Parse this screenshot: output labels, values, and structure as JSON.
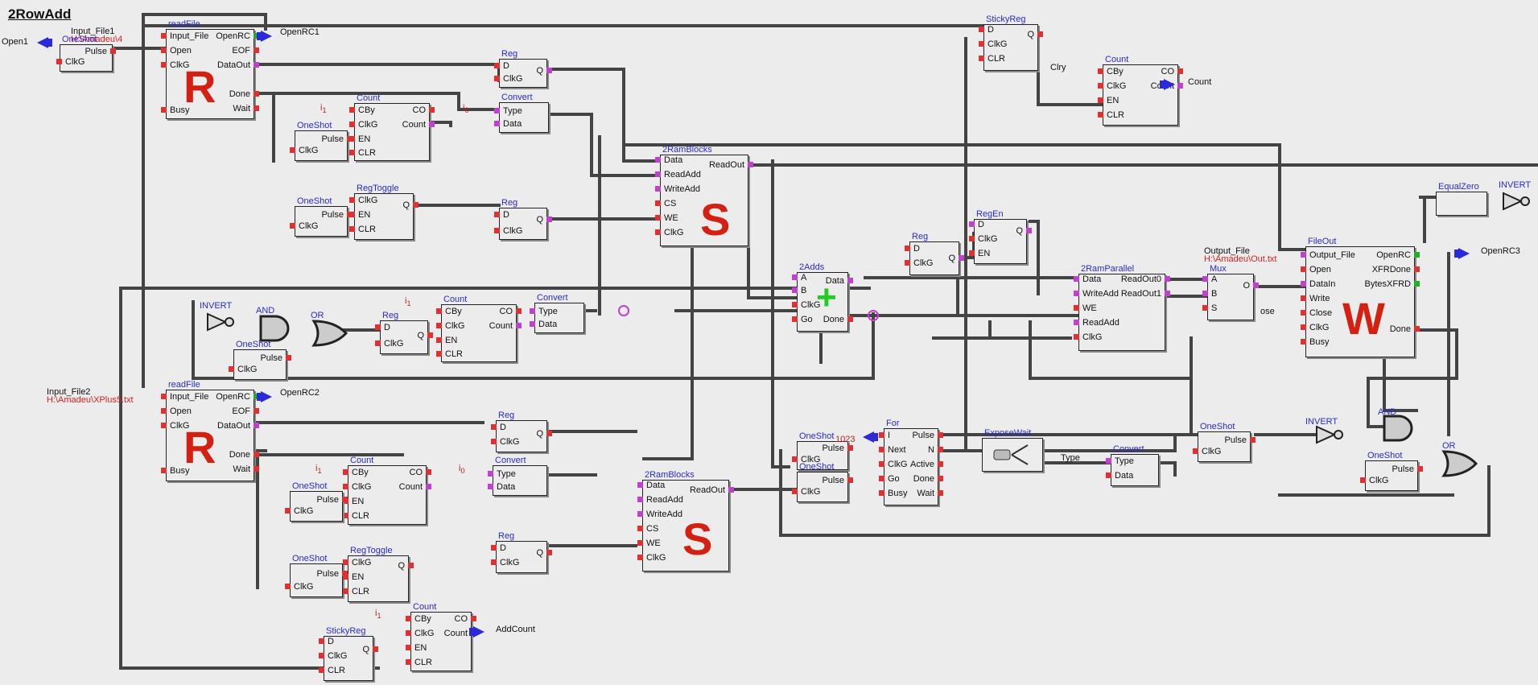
{
  "diagram_title": "2RowAdd",
  "io": {
    "open1": "Open1",
    "input_file1": "Input_File1",
    "input_file1_path": "H:\\Amadeu\\4",
    "openrc1": "OpenRC1",
    "input_file2": "Input_File2",
    "input_file2_path": "H:\\Amadeu\\XPlus5.txt",
    "openrc2": "OpenRC2",
    "count": "Count",
    "openrc3": "OpenRC3",
    "addcount": "AddCount",
    "output_file": "Output_File",
    "output_file_path": "H:\\Amadeu\\Out.txt"
  },
  "big_letters": {
    "r1": "R",
    "r2": "R",
    "s1": "S",
    "s2": "S",
    "w": "W",
    "plus": "+"
  },
  "consts": {
    "i1": "i",
    "one": "1",
    "i0": "i",
    "zero": "0",
    "k1023": "1023"
  },
  "blocks": {
    "oneshot_top": {
      "title": "OneShot",
      "pins": [
        "ClkG",
        "Pulse"
      ]
    },
    "readfile1": {
      "title": "readFile",
      "pins": [
        "Input_File",
        "Open",
        "ClkG",
        "Busy",
        "OpenRC",
        "EOF",
        "DataOut",
        "Done",
        "Wait"
      ]
    },
    "reg1": {
      "title": "Reg",
      "pins": [
        "D",
        "ClkG",
        "Q"
      ]
    },
    "convert1": {
      "title": "Convert",
      "pins": [
        "Type",
        "Data"
      ]
    },
    "count1": {
      "title": "Count",
      "pins": [
        "CBy",
        "ClkG",
        "EN",
        "CLR",
        "CO",
        "Count"
      ]
    },
    "oneshot1": {
      "title": "OneShot",
      "pins": [
        "ClkG",
        "Pulse"
      ]
    },
    "regtoggle1": {
      "title": "RegToggle",
      "pins": [
        "ClkG",
        "EN",
        "CLR",
        "Q"
      ]
    },
    "oneshot2": {
      "title": "OneShot",
      "pins": [
        "ClkG",
        "Pulse"
      ]
    },
    "reg2": {
      "title": "Reg",
      "pins": [
        "D",
        "ClkG",
        "Q"
      ]
    },
    "ram1": {
      "title": "2RamBlocks",
      "pins": [
        "Data",
        "ReadAdd",
        "WriteAdd",
        "CS",
        "WE",
        "ClkG",
        "ReadOut"
      ]
    },
    "stickyreg1": {
      "title": "StickyReg",
      "pins": [
        "D",
        "ClkG",
        "CLR",
        "Q"
      ]
    },
    "countTop": {
      "title": "Count",
      "pins": [
        "CBy",
        "ClkG",
        "EN",
        "CLR",
        "CO",
        "Count"
      ]
    },
    "regen": {
      "title": "RegEn",
      "pins": [
        "D",
        "ClkG",
        "EN",
        "Q"
      ]
    },
    "reg3": {
      "title": "Reg",
      "pins": [
        "D",
        "ClkG",
        "Q"
      ]
    },
    "adds": {
      "title": "2Adds",
      "pins": [
        "A",
        "B",
        "ClkG",
        "Go",
        "Data",
        "Done"
      ]
    },
    "ramparallel": {
      "title": "2RamParallel",
      "pins": [
        "Data",
        "WriteAdd",
        "WE",
        "ReadAdd",
        "ClkG",
        "ReadOut0",
        "ReadOut1"
      ]
    },
    "mux": {
      "title": "Mux",
      "pins": [
        "A",
        "B",
        "S",
        "O"
      ]
    },
    "fileout": {
      "title": "FileOut",
      "pins": [
        "Output_File",
        "Open",
        "DataIn",
        "Write",
        "Close",
        "ClkG",
        "Busy",
        "OpenRC",
        "XFRDone",
        "BytesXFRD",
        "Done"
      ]
    },
    "equalzero": {
      "title": "EqualZero"
    },
    "invert_top": {
      "title": "INVERT"
    },
    "invert1": {
      "title": "INVERT"
    },
    "and1": {
      "title": "AND"
    },
    "or1": {
      "title": "OR"
    },
    "oneshot3": {
      "title": "OneShot",
      "pins": [
        "ClkG",
        "Pulse"
      ]
    },
    "reg4": {
      "title": "Reg",
      "pins": [
        "D",
        "ClkG",
        "Q"
      ]
    },
    "count2": {
      "title": "Count",
      "pins": [
        "CBy",
        "ClkG",
        "EN",
        "CLR",
        "CO",
        "Count"
      ]
    },
    "convert2": {
      "title": "Convert",
      "pins": [
        "Type",
        "Data"
      ]
    },
    "readfile2": {
      "title": "readFile",
      "pins": [
        "Input_File",
        "Open",
        "ClkG",
        "Busy",
        "OpenRC",
        "EOF",
        "DataOut",
        "Done",
        "Wait"
      ]
    },
    "reg5": {
      "title": "Reg",
      "pins": [
        "D",
        "ClkG",
        "Q"
      ]
    },
    "convert3": {
      "title": "Convert",
      "pins": [
        "Type",
        "Data"
      ]
    },
    "count3": {
      "title": "Count",
      "pins": [
        "CBy",
        "ClkG",
        "EN",
        "CLR",
        "CO",
        "Count"
      ]
    },
    "oneshot4": {
      "title": "OneShot",
      "pins": [
        "ClkG",
        "Pulse"
      ]
    },
    "reg6": {
      "title": "Reg",
      "pins": [
        "D",
        "ClkG",
        "Q"
      ]
    },
    "ram2": {
      "title": "2RamBlocks",
      "pins": [
        "Data",
        "ReadAdd",
        "WriteAdd",
        "CS",
        "WE",
        "ClkG",
        "ReadOut"
      ]
    },
    "oneshot5": {
      "title": "OneShot",
      "pins": [
        "ClkG",
        "Pulse"
      ]
    },
    "regtoggle2": {
      "title": "RegToggle",
      "pins": [
        "ClkG",
        "EN",
        "CLR",
        "Q"
      ]
    },
    "count4": {
      "title": "Count",
      "pins": [
        "CBy",
        "ClkG",
        "EN",
        "CLR",
        "CO",
        "Count"
      ]
    },
    "stickyreg2": {
      "title": "StickyReg",
      "pins": [
        "D",
        "ClkG",
        "CLR",
        "Q"
      ]
    },
    "oneshot6": {
      "title": "OneShot",
      "pins": [
        "ClkG",
        "Pulse"
      ]
    },
    "oneshot7": {
      "title": "OneShot",
      "pins": [
        "ClkG",
        "Pulse"
      ]
    },
    "forblk": {
      "title": "For",
      "pins": [
        "I",
        "Next",
        "ClkG",
        "Go",
        "Busy",
        "Pulse",
        "N",
        "Active",
        "Done",
        "Wait"
      ]
    },
    "exposewait": {
      "title": "ExposeWait"
    },
    "type_lbl": {
      "title": "Type"
    },
    "convert4": {
      "title": "Convert",
      "pins": [
        "Type",
        "Data"
      ]
    },
    "oneshot8": {
      "title": "OneShot",
      "pins": [
        "ClkG",
        "Pulse"
      ]
    },
    "invert2": {
      "title": "INVERT"
    },
    "and2": {
      "title": "AND"
    },
    "or2": {
      "title": "OR"
    },
    "oneshot9": {
      "title": "OneShot",
      "pins": [
        "ClkG",
        "Pulse"
      ]
    },
    "close_lbl": {
      "title": "ose"
    },
    "clry_lbl": {
      "title": "Clry"
    }
  },
  "colors": {
    "wire": "#444444",
    "pin_red": "#e03030",
    "pin_magenta": "#c040d0",
    "title_blue": "#2a2ad8",
    "letter_red": "#d42010",
    "plus_green": "#22cc22"
  }
}
